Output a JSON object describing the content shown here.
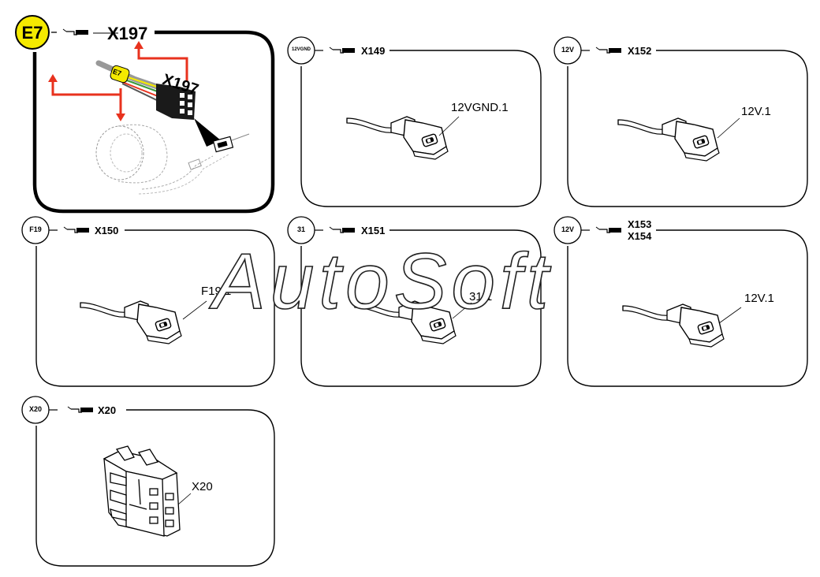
{
  "watermark": "AutoSoft",
  "panels": [
    {
      "id": "e7",
      "badge": "E7",
      "code": "X197",
      "callout": "X197",
      "callout_badge": "E7"
    },
    {
      "id": "x149",
      "badge": "12VGND",
      "code": "X149",
      "pin_label": "12VGND.1"
    },
    {
      "id": "x152",
      "badge": "12V",
      "code": "X152",
      "pin_label": "12V.1"
    },
    {
      "id": "x150",
      "badge": "F19",
      "code": "X150",
      "pin_label": "F19.1"
    },
    {
      "id": "x151",
      "badge": "31",
      "code": "X151",
      "pin_label": "31.1"
    },
    {
      "id": "x153",
      "badge": "12V",
      "code_line1": "X153",
      "code_line2": "X154",
      "pin_label": "12V.1"
    },
    {
      "id": "x20",
      "badge": "X20",
      "code": "X20",
      "pin_label": "X20"
    }
  ],
  "colors": {
    "badge_e7": "#f5ea00",
    "arrow": "#e8321e",
    "line": "#000000",
    "wire_green": "#3a9a3a"
  }
}
